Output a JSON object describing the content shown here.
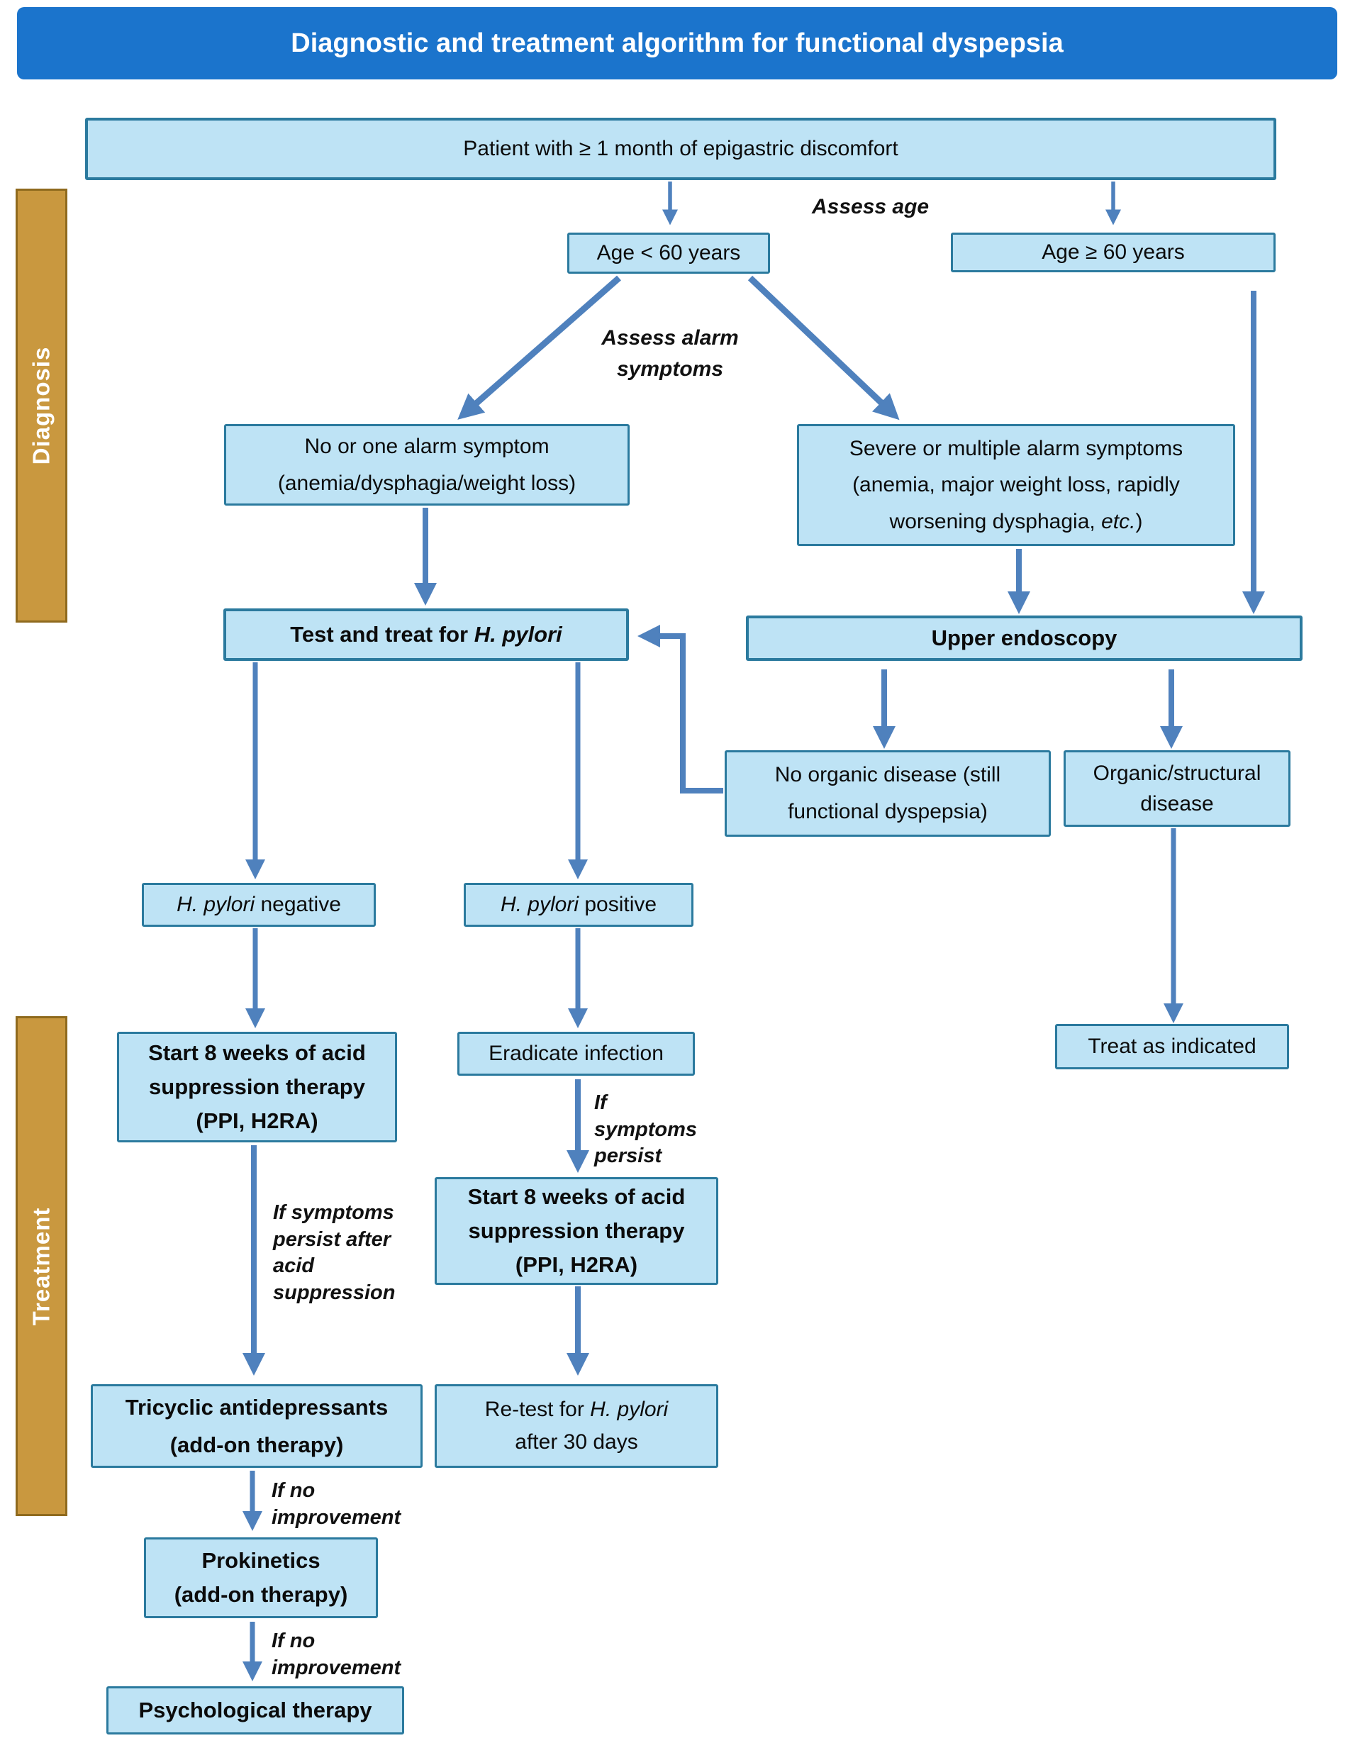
{
  "title": "Diagnostic and treatment algorithm for functional dyspepsia",
  "sidebars": {
    "diagnosis": "Diagnosis",
    "treatment": "Treatment"
  },
  "colors": {
    "title_bg": "#1B74CC",
    "box_fill": "#BEE3F5",
    "box_border": "#2B7A9E",
    "arrow": "#4F81BD",
    "sidebar_fill": "#C9983F",
    "sidebar_border": "#8F6A1E"
  },
  "nodes": {
    "patient": "Patient with ≥ 1 month of epigastric discomfort",
    "age_lt_60": "Age < 60 years",
    "age_ge_60": "Age ≥ 60 years",
    "no_one_alarm": [
      "No or one alarm symptom",
      "(anemia/dysphagia/weight loss)"
    ],
    "severe_alarm": {
      "l1": "Severe or multiple alarm symptoms",
      "l2": "(anemia, major weight loss, rapidly",
      "l3a": "worsening dysphagia, ",
      "l3b": "etc.",
      "l3c": ")"
    },
    "test_treat": {
      "prefix": "Test and treat for ",
      "italic": "H. pylori"
    },
    "upper_endoscopy": "Upper endoscopy",
    "no_organic": [
      "No organic disease (still",
      "functional dyspepsia)"
    ],
    "organic": [
      "Organic/structural",
      "disease"
    ],
    "hp_negative": {
      "italic": "H. pylori",
      "suffix": " negative"
    },
    "hp_positive": {
      "italic": "H. pylori",
      "suffix": " positive"
    },
    "acid_left": [
      "Start 8 weeks of acid",
      "suppression therapy",
      "(PPI, H2RA)"
    ],
    "eradicate": "Eradicate infection",
    "acid_right": [
      "Start 8 weeks of acid",
      "suppression therapy",
      "(PPI, H2RA)"
    ],
    "retest": {
      "l1a": "Re-test for ",
      "l1b": "H. pylori",
      "l2": "after 30 days"
    },
    "tricyclic": [
      "Tricyclic antidepressants",
      "(add-on therapy)"
    ],
    "prokinetics": [
      "Prokinetics",
      "(add-on therapy)"
    ],
    "psych": "Psychological therapy",
    "treat_indicated": "Treat as indicated"
  },
  "labels": {
    "assess_age": "Assess age",
    "assess_alarm": [
      "Assess alarm",
      "symptoms"
    ],
    "if_persist": [
      "If",
      "symptoms",
      "persist"
    ],
    "if_persist_acid": [
      "If symptoms",
      "persist after",
      "acid",
      "suppression"
    ],
    "if_no_improvement_1": [
      "If no",
      "improvement"
    ],
    "if_no_improvement_2": [
      "If no",
      "improvement"
    ]
  }
}
